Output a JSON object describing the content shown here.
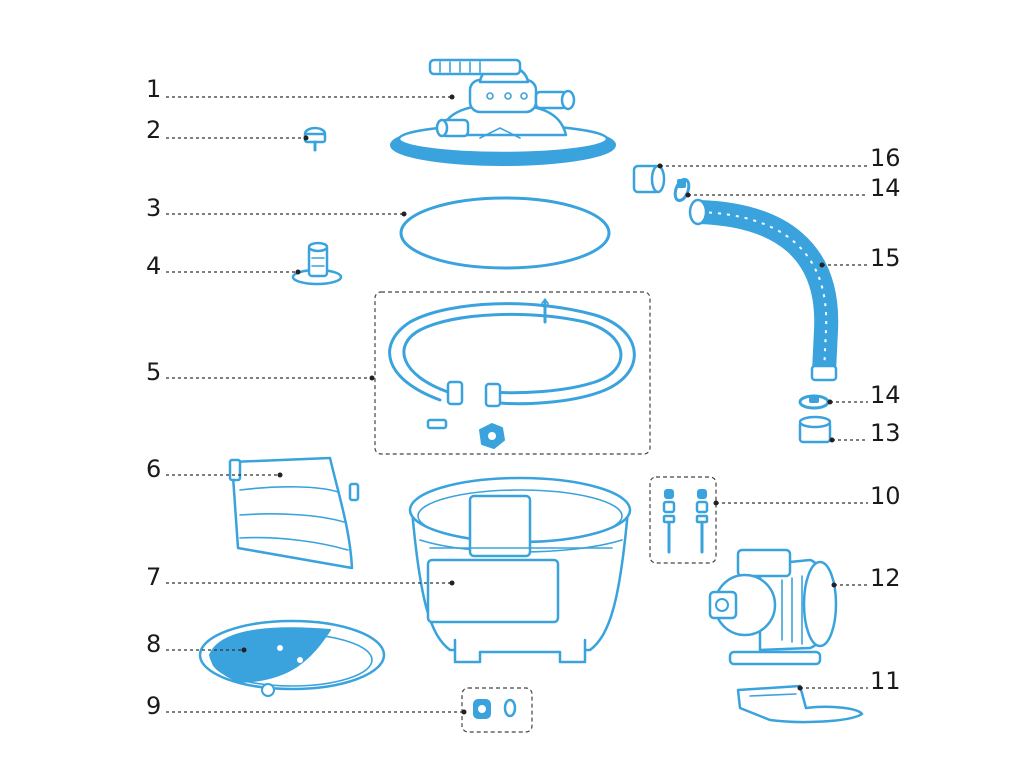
{
  "colors": {
    "part": "#3aa3dd",
    "leader": "#333333",
    "text": "#1a1a1a"
  },
  "labels": {
    "l1": "1",
    "l2": "2",
    "l3": "3",
    "l4": "4",
    "l5": "5",
    "l6": "6",
    "l7": "7",
    "l8": "8",
    "l9": "9",
    "l10": "10",
    "l11": "11",
    "l12": "12",
    "l13": "13",
    "l14a": "14",
    "l14b": "14",
    "l15": "15",
    "l16": "16"
  }
}
